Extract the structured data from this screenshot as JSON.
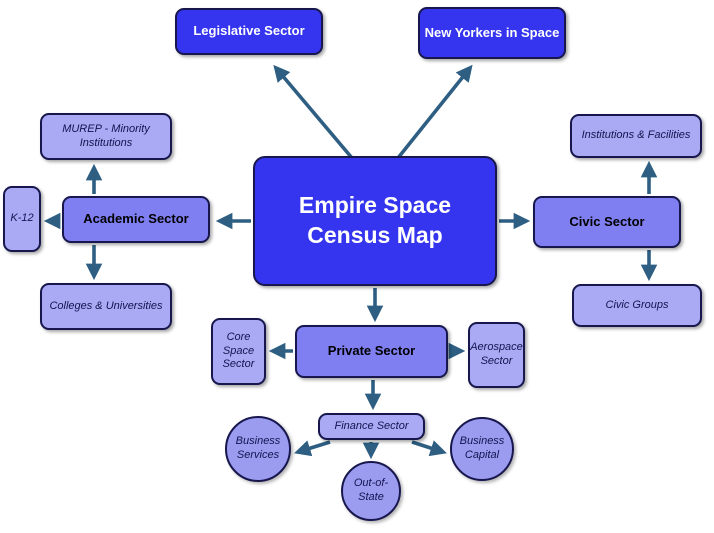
{
  "diagram": {
    "title": "Empire Space Census Map",
    "nodes": {
      "center": {
        "label": "Empire Space Census Map"
      },
      "legislative": {
        "label": "Legislative Sector"
      },
      "new_yorkers": {
        "label": "New Yorkers in Space"
      },
      "murep": {
        "label": "MUREP - Minority Institutions"
      },
      "k12": {
        "label": "K-12"
      },
      "academic": {
        "label": "Academic Sector"
      },
      "colleges": {
        "label": "Colleges & Universities"
      },
      "civic": {
        "label": "Civic Sector"
      },
      "institutions": {
        "label": "Institutions & Facilities"
      },
      "civic_groups": {
        "label": "Civic Groups"
      },
      "private": {
        "label": "Private Sector"
      },
      "core_space": {
        "label": "Core Space Sector"
      },
      "aerospace": {
        "label": "Aerospace Sector"
      },
      "finance": {
        "label": "Finance Sector"
      },
      "business_services": {
        "label": "Business Services"
      },
      "out_of_state": {
        "label": "Out-of-State"
      },
      "business_capital": {
        "label": "Business Capital"
      }
    },
    "colors": {
      "primary_node": "#3535ef",
      "secondary_node": "#7f7ff2",
      "tertiary_node": "#a9a9f4",
      "circle_node": "#9b9bf0",
      "node_border": "#17174e",
      "arrow": "#2e5f83",
      "primary_text": "#ffffff",
      "secondary_text": "#000000",
      "tertiary_text": "#141450"
    }
  }
}
